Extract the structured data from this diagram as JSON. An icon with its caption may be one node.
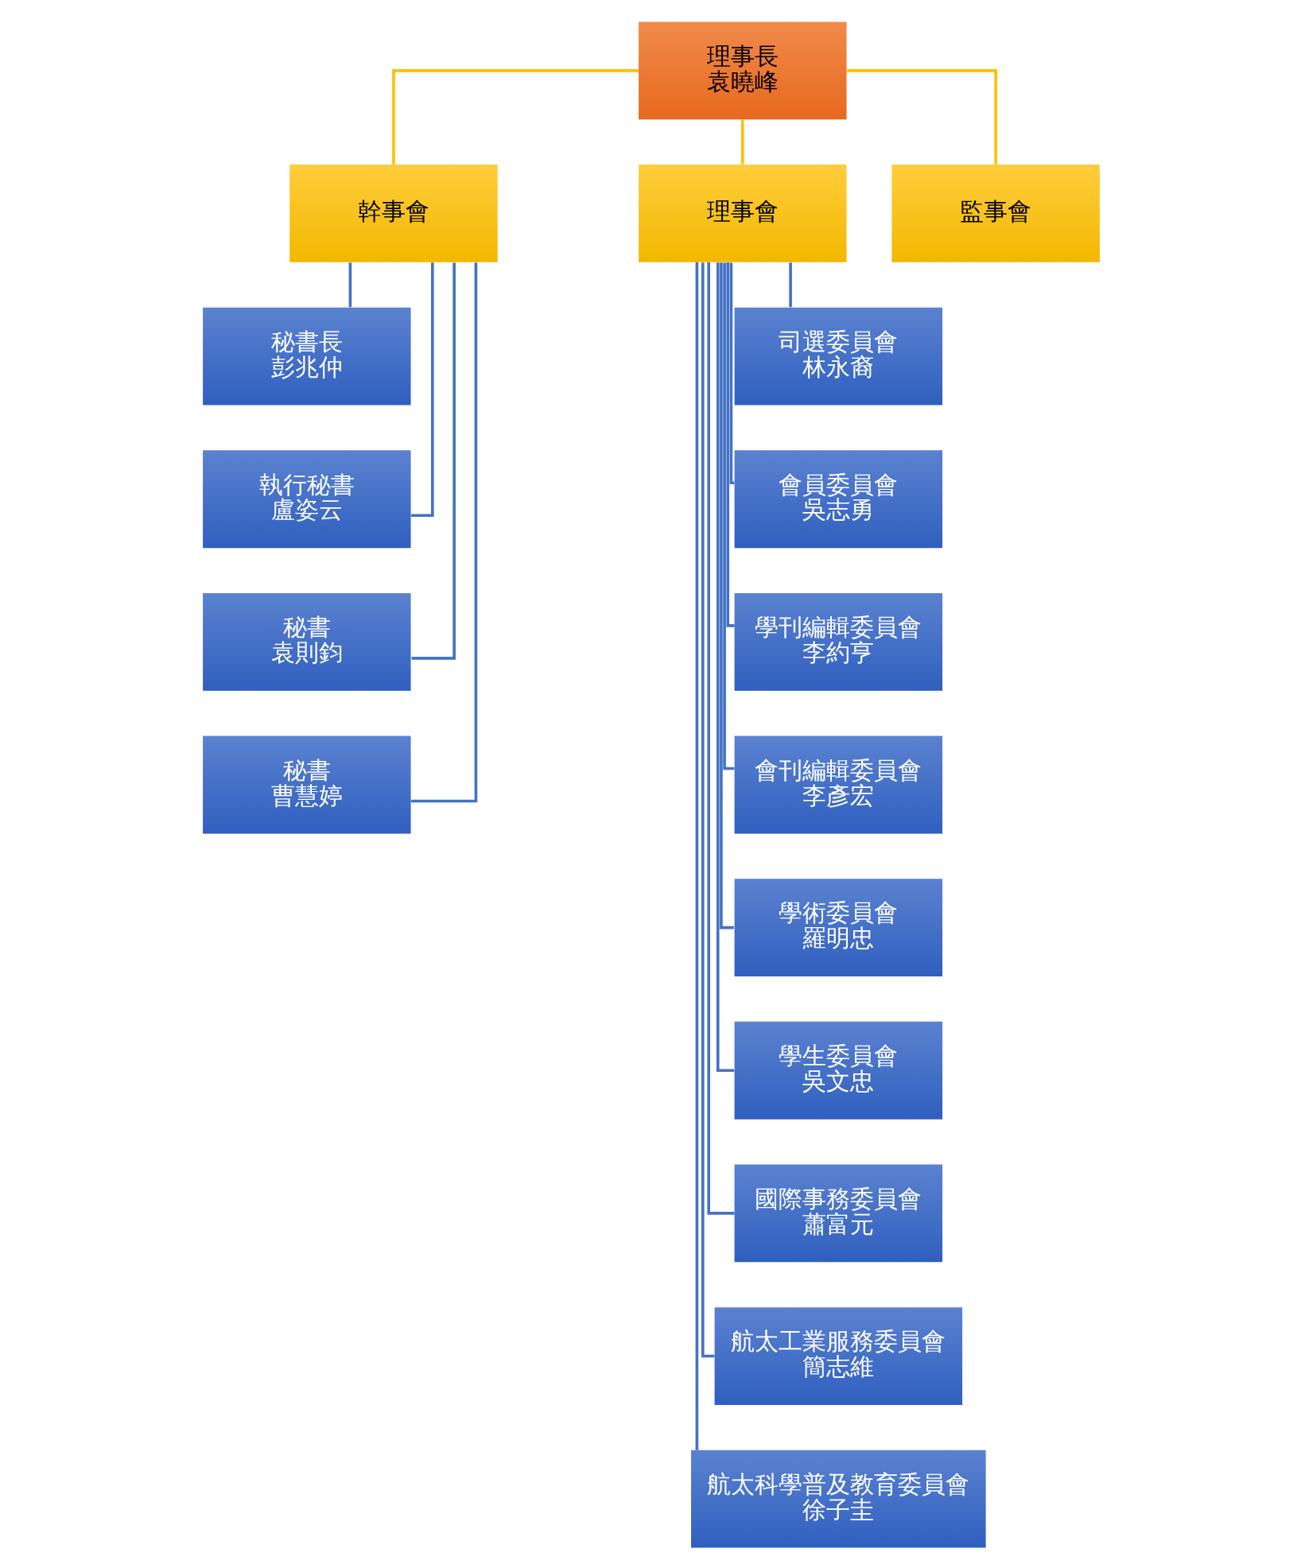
{
  "diagram": {
    "nodes": [
      {
        "text": [
          "理事長",
          "袁曉峰"
        ]
      },
      {
        "text": [
          "幹事會"
        ]
      },
      {
        "text": [
          "理事會"
        ]
      },
      {
        "text": [
          "監事會"
        ]
      },
      {
        "text": [
          "秘書長",
          "彭兆仲"
        ]
      },
      {
        "text": [
          "執行秘書",
          "盧姿云"
        ]
      },
      {
        "text": [
          "秘書",
          "袁則鈞"
        ]
      },
      {
        "text": [
          "秘書",
          "曹慧婷"
        ]
      },
      {
        "text": [
          "司選委員會",
          "林永裔"
        ]
      },
      {
        "text": [
          "會員委員會",
          "吳志勇"
        ]
      },
      {
        "text": [
          "學刊編輯委員會",
          "李約亨"
        ]
      },
      {
        "text": [
          "會刊編輯委員會",
          "李彥宏"
        ]
      },
      {
        "text": [
          "學術委員會",
          "羅明忠"
        ]
      },
      {
        "text": [
          "學生委員會",
          "吳文忠"
        ]
      },
      {
        "text": [
          "國際事務委員會",
          "蕭富元"
        ]
      },
      {
        "text": [
          "航太工業服務委員會",
          "簡志維"
        ]
      },
      {
        "text": [
          "航太科學普及教育委員會",
          "徐子圭"
        ]
      }
    ],
    "edges": [
      {
        "from": 0,
        "to": 1,
        "arrow": "none",
        "color": "#ffc000"
      },
      {
        "from": 0,
        "to": 2,
        "arrow": "none",
        "color": "#ffc000"
      },
      {
        "from": 0,
        "to": 3,
        "arrow": "none",
        "color": "#ffc000"
      },
      {
        "from": 1,
        "to": 4,
        "arrow": "none"
      },
      {
        "from": 1,
        "to": 5,
        "arrow": "none"
      },
      {
        "from": 1,
        "to": 6,
        "arrow": "none"
      },
      {
        "from": 1,
        "to": 7,
        "arrow": "none"
      },
      {
        "from": 2,
        "to": 8,
        "arrow": "none"
      },
      {
        "from": 2,
        "to": 9,
        "arrow": "none"
      },
      {
        "from": 2,
        "to": 10,
        "arrow": "none"
      },
      {
        "from": 2,
        "to": 11,
        "arrow": "none"
      },
      {
        "from": 2,
        "to": 12,
        "arrow": "none"
      },
      {
        "from": 2,
        "to": 13,
        "arrow": "none"
      },
      {
        "from": 2,
        "to": 14,
        "arrow": "none"
      },
      {
        "from": 2,
        "to": 15,
        "arrow": "none"
      },
      {
        "from": 2,
        "to": 16,
        "arrow": "none"
      }
    ]
  }
}
